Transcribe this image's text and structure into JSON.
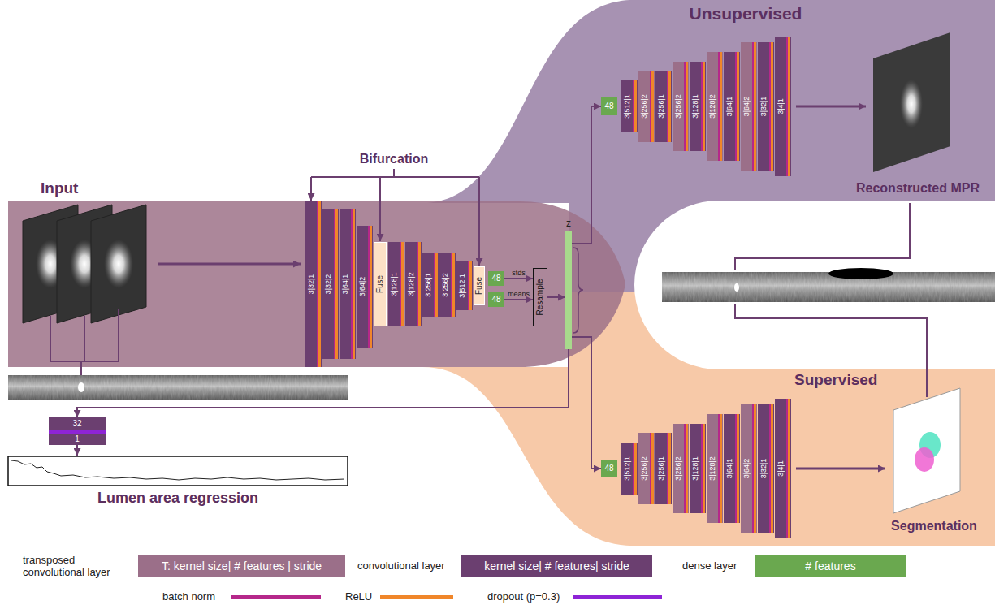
{
  "diagram": {
    "nodes": [
      {
        "text": [
          "3|32|1"
        ]
      },
      {
        "text": [
          "3|32|2"
        ]
      },
      {
        "text": [
          "3|64|1"
        ]
      },
      {
        "text": [
          "3|64|2"
        ]
      },
      {
        "text": [
          "Fuse"
        ]
      },
      {
        "text": [
          "3|128|1"
        ]
      },
      {
        "text": [
          "3|128|2"
        ]
      },
      {
        "text": [
          "3|256|1"
        ]
      },
      {
        "text": [
          "3|256|2"
        ]
      },
      {
        "text": [
          "3|512|1"
        ]
      },
      {
        "text": [
          "Fuse"
        ]
      },
      {
        "text": [
          "48"
        ]
      },
      {
        "text": [
          "48"
        ]
      },
      {
        "text": [
          "Resample"
        ]
      },
      {
        "text": [
          "z"
        ]
      },
      {
        "text": [
          "48"
        ]
      },
      {
        "text": [
          "3|512|1"
        ]
      },
      {
        "text": [
          "3|256|2"
        ]
      },
      {
        "text": [
          "3|256|1"
        ]
      },
      {
        "text": [
          "3|256|2"
        ]
      },
      {
        "text": [
          "3|128|1"
        ]
      },
      {
        "text": [
          "3|128|2"
        ]
      },
      {
        "text": [
          "3|64|1"
        ]
      },
      {
        "text": [
          "3|64|2"
        ]
      },
      {
        "text": [
          "3|32|1"
        ]
      },
      {
        "text": [
          "3|4|1"
        ]
      },
      {
        "text": [
          "48"
        ]
      },
      {
        "text": [
          "3|512|1"
        ]
      },
      {
        "text": [
          "3|256|2"
        ]
      },
      {
        "text": [
          "3|256|1"
        ]
      },
      {
        "text": [
          "3|256|2"
        ]
      },
      {
        "text": [
          "3|128|1"
        ]
      },
      {
        "text": [
          "3|128|2"
        ]
      },
      {
        "text": [
          "3|64|1"
        ]
      },
      {
        "text": [
          "3|64|2"
        ]
      },
      {
        "text": [
          "3|32|1"
        ]
      },
      {
        "text": [
          "3|4|1"
        ]
      },
      {
        "text": [
          "32"
        ]
      },
      {
        "text": [
          "1"
        ]
      }
    ],
    "edges": [
      {
        "from": 11,
        "to": 13,
        "label": "stds",
        "arrow": "to"
      },
      {
        "from": 12,
        "to": 13,
        "label": "means",
        "arrow": "to"
      },
      {
        "from": 13,
        "to": 14,
        "arrow": "to"
      },
      {
        "from": 14,
        "to": 15,
        "arrow": "to"
      },
      {
        "from": 14,
        "to": 26,
        "arrow": "to"
      },
      {
        "from": 14,
        "to": 37,
        "arrow": "to"
      }
    ],
    "labels": [
      "Input",
      "Bifurcation",
      "Unsupervised",
      "Reconstructed MPR",
      "Supervised",
      "Segmentation",
      "Lumen area regression",
      "T: kernel size| # features | stride",
      "kernel size| # features| stride",
      "# features"
    ],
    "legend": [
      {
        "text": "transposed convolutional layer",
        "color": "#9b6f89"
      },
      {
        "text": "convolutional layer",
        "color": "#6b3f70"
      },
      {
        "text": "dense layer",
        "color": "#6aa84f"
      },
      {
        "text": "batch norm",
        "color": "#b5288a"
      },
      {
        "text": "ReLU",
        "color": "#f0862a"
      },
      {
        "text": "dropout (p=0.3)",
        "color": "#8e24d6"
      }
    ]
  }
}
